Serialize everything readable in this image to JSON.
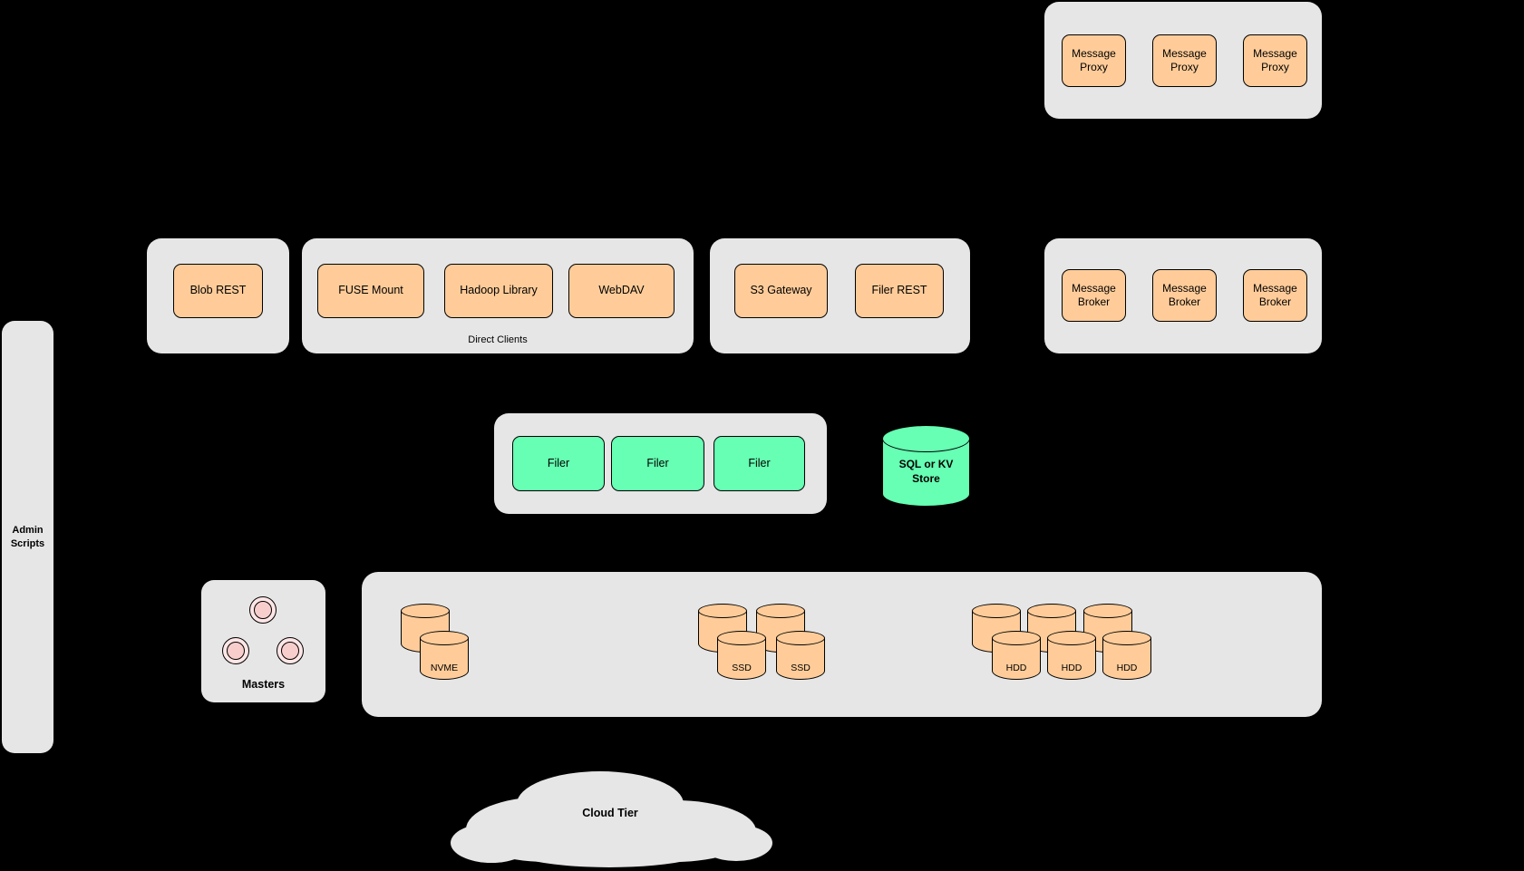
{
  "canvas": {
    "background": "#000000"
  },
  "colors": {
    "container_fill": "#e6e6e6",
    "orange_fill": "#ffcc99",
    "green_fill": "#66ffb3",
    "pink_fill": "#f8cecc",
    "border": "#000000"
  },
  "admin_scripts": {
    "label": "Admin Scripts"
  },
  "message_proxy_cluster": {
    "items": [
      {
        "label": "Message Proxy"
      },
      {
        "label": "Message Proxy"
      },
      {
        "label": "Message Proxy"
      }
    ]
  },
  "blob_cluster": {
    "items": [
      {
        "label": "Blob REST"
      }
    ]
  },
  "direct_clients_cluster": {
    "label": "Direct Clients",
    "items": [
      {
        "label": "FUSE Mount"
      },
      {
        "label": "Hadoop Library"
      },
      {
        "label": "WebDAV"
      }
    ]
  },
  "gateway_cluster": {
    "items": [
      {
        "label": "S3 Gateway"
      },
      {
        "label": "Filer REST"
      }
    ]
  },
  "message_broker_cluster": {
    "items": [
      {
        "label": "Message Broker"
      },
      {
        "label": "Message Broker"
      },
      {
        "label": "Message Broker"
      }
    ]
  },
  "filer_cluster": {
    "items": [
      {
        "label": "Filer"
      },
      {
        "label": "Filer"
      },
      {
        "label": "Filer"
      }
    ]
  },
  "sql_store": {
    "label": "SQL or KV Store"
  },
  "masters_cluster": {
    "label": "Masters"
  },
  "volume_cluster": {
    "nvme": {
      "label": "NVME"
    },
    "ssd": {
      "items": [
        {
          "label": "SSD"
        },
        {
          "label": "SSD"
        }
      ]
    },
    "hdd": {
      "items": [
        {
          "label": "HDD"
        },
        {
          "label": "HDD"
        },
        {
          "label": "HDD"
        }
      ]
    }
  },
  "cloud_tier": {
    "label": "Cloud Tier"
  }
}
